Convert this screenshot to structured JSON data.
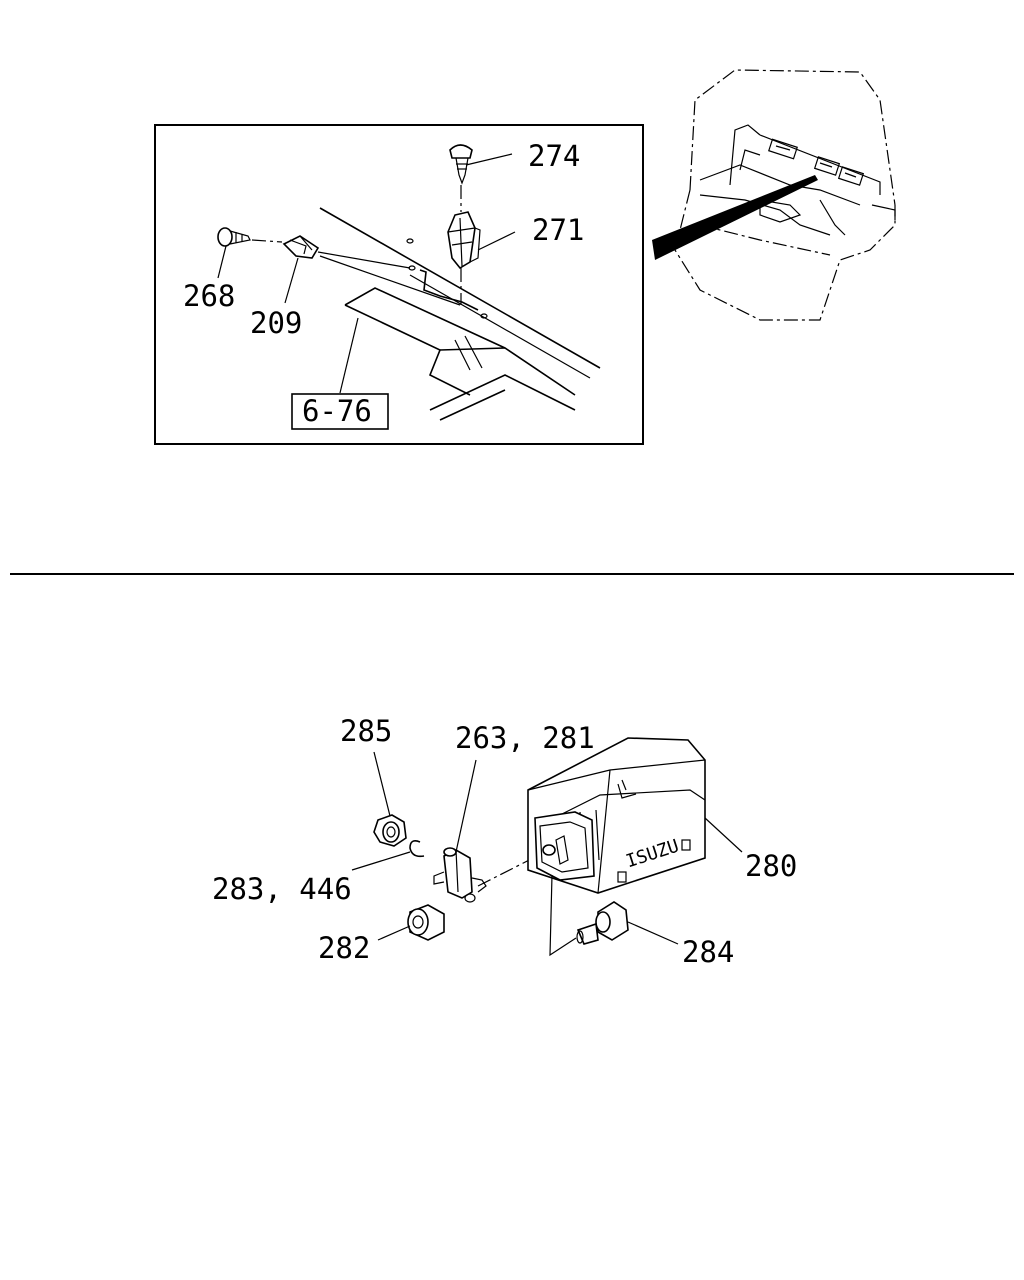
{
  "callouts": {
    "c274": "274",
    "c271": "271",
    "c268": "268",
    "c209": "209",
    "ref": "6-76",
    "c285": "285",
    "c263_281": "263, 281",
    "c283_446": "283, 446",
    "c280": "280",
    "c282": "282",
    "c284": "284"
  },
  "emblem": "ISUZU"
}
